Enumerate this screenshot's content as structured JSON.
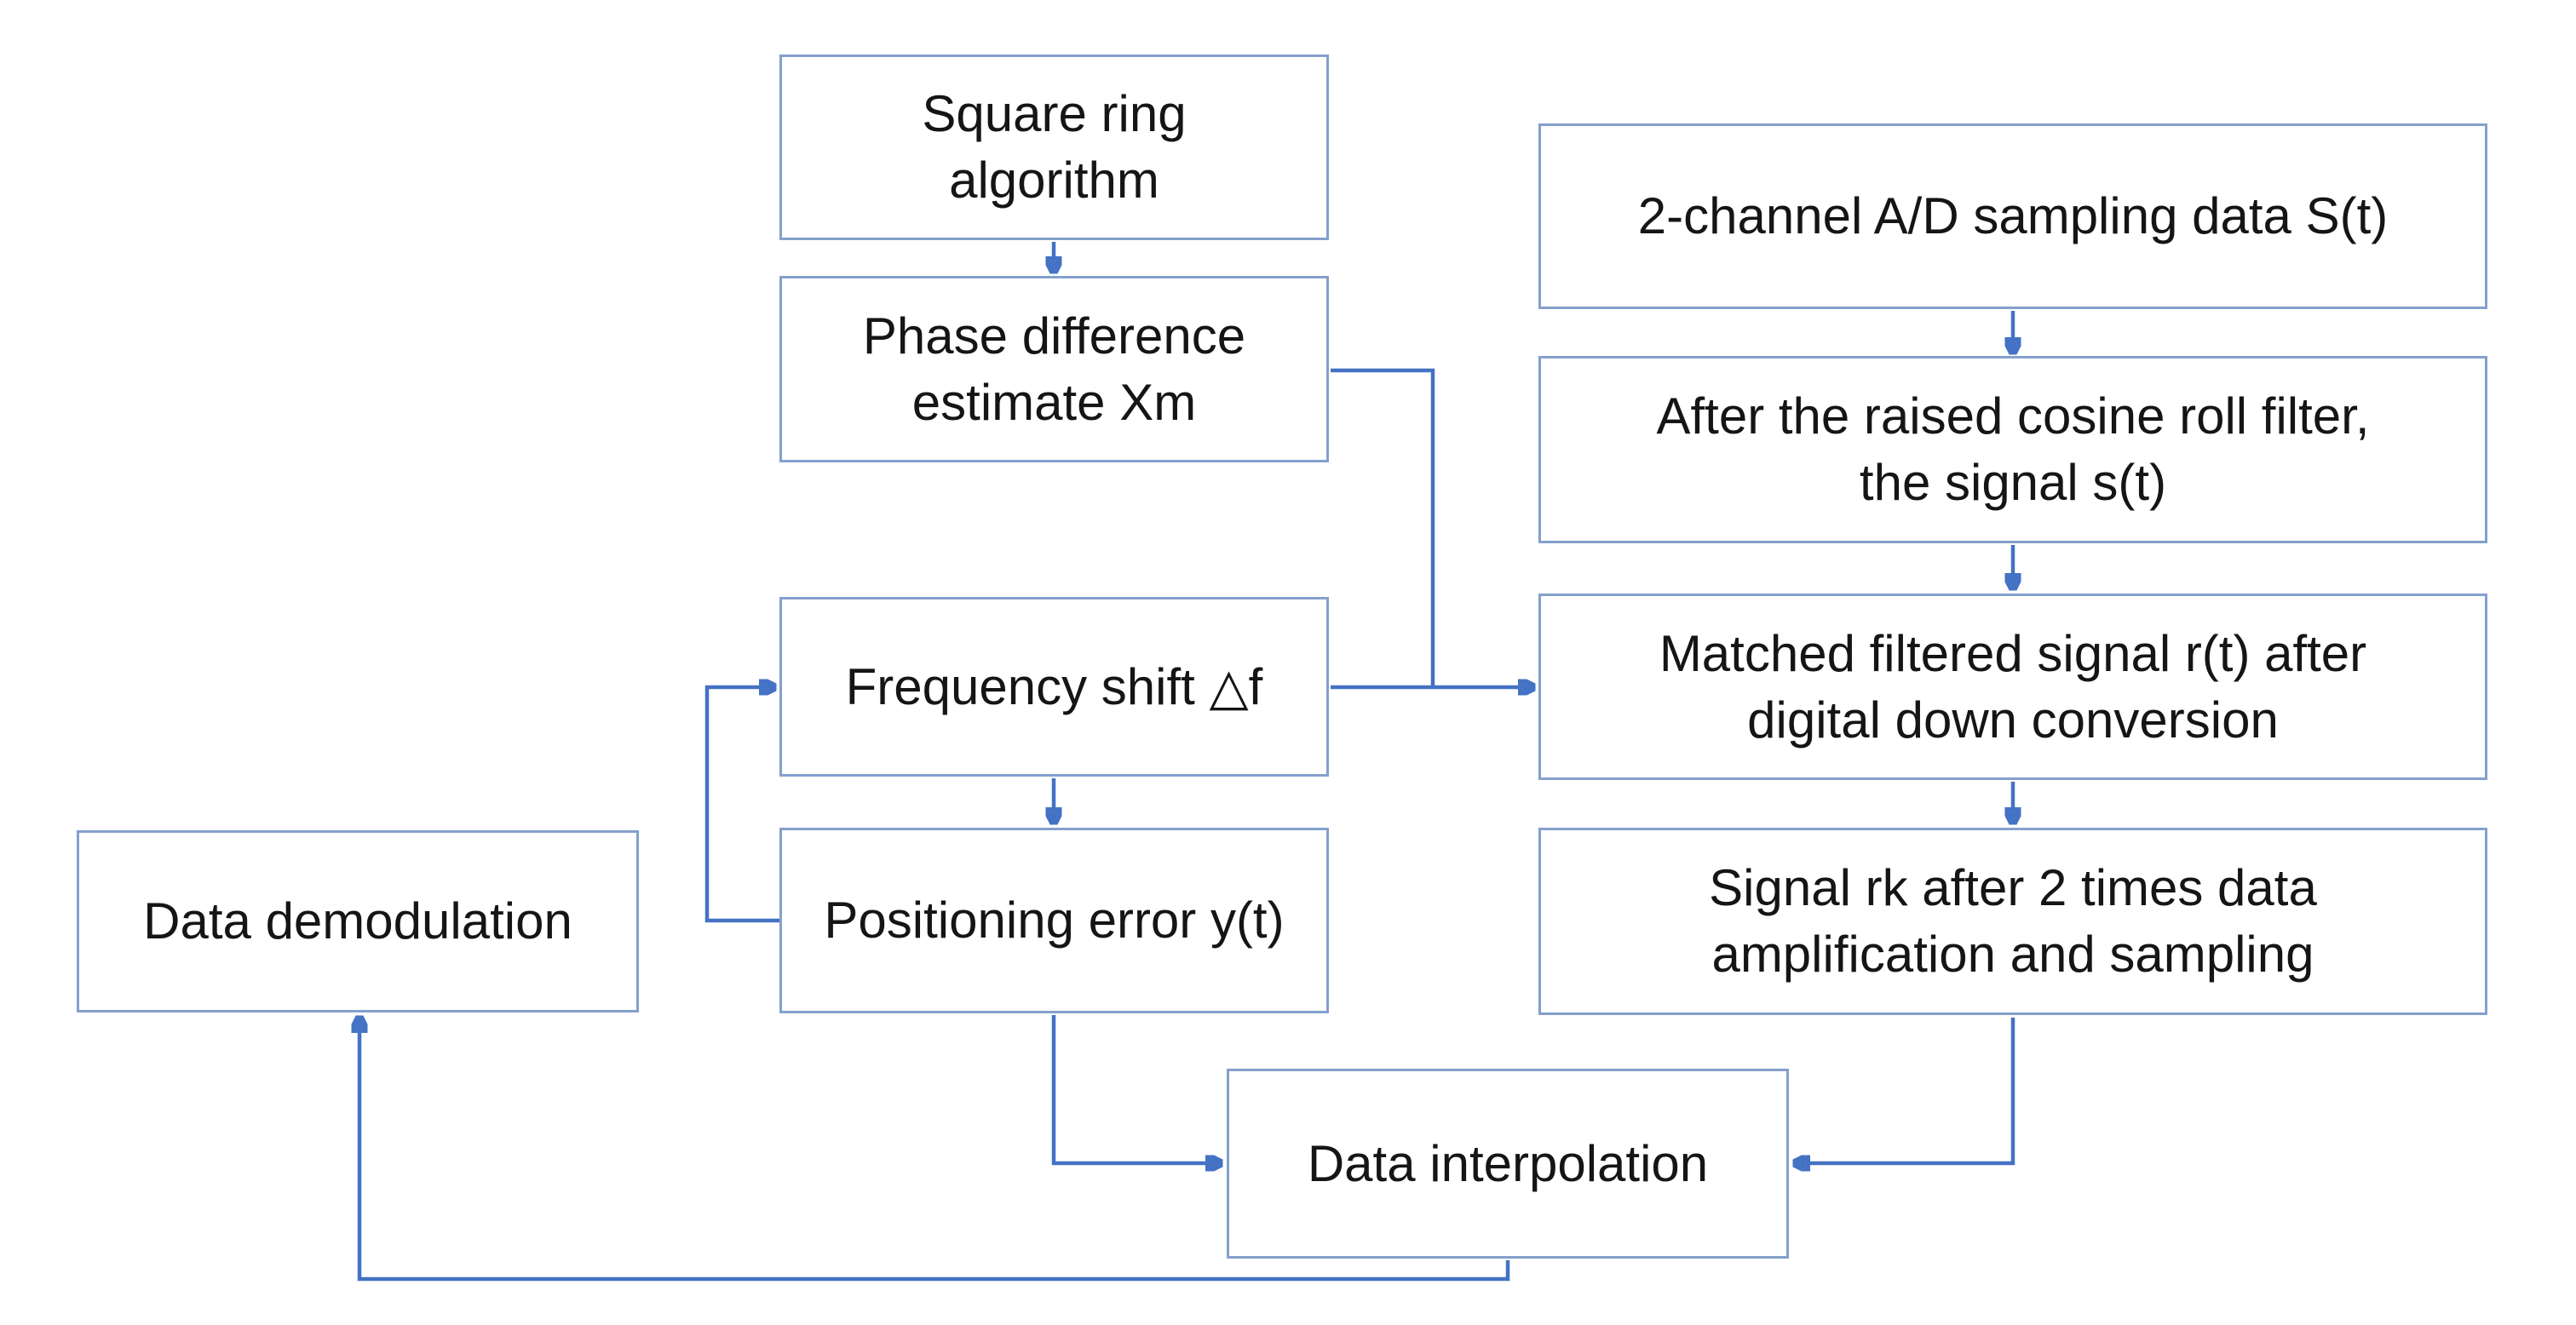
{
  "diagram": {
    "background_color": "#FFFFFF",
    "box_fill_color": "#FFFFFF",
    "box_border_color": "#84A0CC",
    "connector_color": "#4472C4",
    "text_color": "#151515",
    "nodes": [
      {
        "id": "square-ring-algorithm",
        "label": "Square ring\nalgorithm"
      },
      {
        "id": "phase-difference-estimate",
        "label": "Phase difference\nestimate Xm"
      },
      {
        "id": "ad-sampling-data",
        "label": "2-channel A/D sampling data S(t)"
      },
      {
        "id": "raised-cosine-filter",
        "label": "After the raised cosine roll filter,\nthe signal s(t)"
      },
      {
        "id": "frequency-shift",
        "label": "Frequency shift △f"
      },
      {
        "id": "matched-filtered-signal",
        "label": "Matched filtered signal r(t) after\ndigital down conversion"
      },
      {
        "id": "positioning-error",
        "label": "Positioning error y(t)"
      },
      {
        "id": "signal-rk",
        "label": "Signal rk after 2 times data\namplification and sampling"
      },
      {
        "id": "data-demodulation",
        "label": "Data demodulation"
      },
      {
        "id": "data-interpolation",
        "label": "Data interpolation"
      }
    ],
    "edges": [
      {
        "from": "square-ring-algorithm",
        "to": "phase-difference-estimate"
      },
      {
        "from": "phase-difference-estimate",
        "to": "matched-filtered-signal"
      },
      {
        "from": "ad-sampling-data",
        "to": "raised-cosine-filter"
      },
      {
        "from": "raised-cosine-filter",
        "to": "matched-filtered-signal"
      },
      {
        "from": "frequency-shift",
        "to": "matched-filtered-signal"
      },
      {
        "from": "matched-filtered-signal",
        "to": "signal-rk"
      },
      {
        "from": "frequency-shift",
        "to": "positioning-error"
      },
      {
        "from": "positioning-error",
        "to": "frequency-shift"
      },
      {
        "from": "positioning-error",
        "to": "data-interpolation"
      },
      {
        "from": "signal-rk",
        "to": "data-interpolation"
      },
      {
        "from": "data-interpolation",
        "to": "data-demodulation"
      }
    ]
  }
}
